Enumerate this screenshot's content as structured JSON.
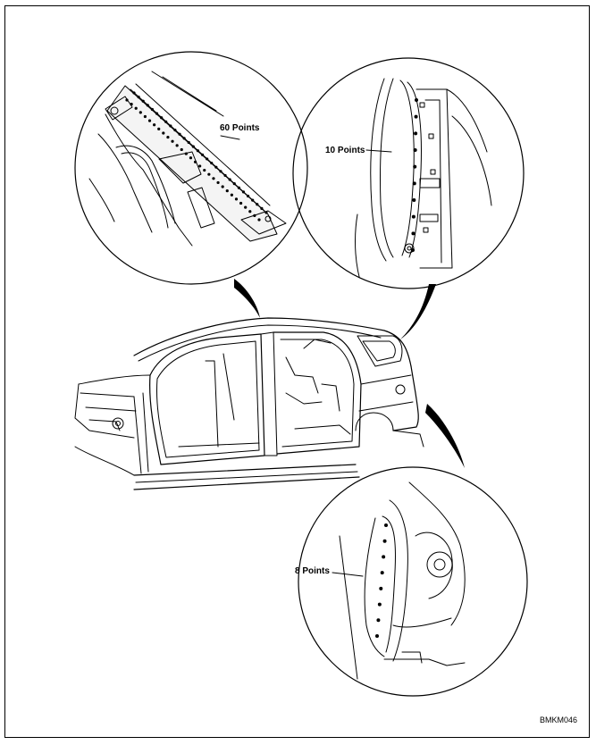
{
  "callouts": {
    "roof": "60 Points",
    "rear_pillar": "10 Points",
    "wheel_arch": "8 Points"
  },
  "figure_code": "BMKM046",
  "colors": {
    "line": "#000000",
    "background": "#ffffff"
  }
}
